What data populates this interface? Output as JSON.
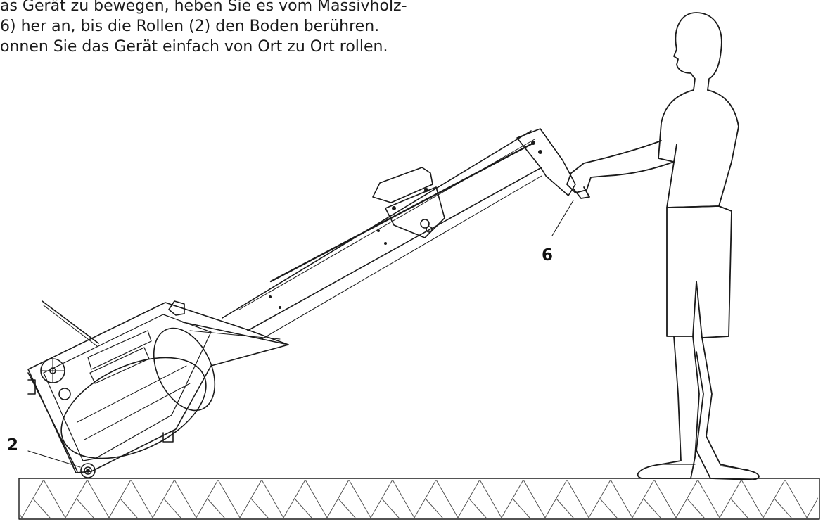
{
  "instructions": {
    "line1": "as Gerät zu bewegen, heben Sie es vom Massivholz-",
    "line2": "6) her an, bis die Rollen (2) den Boden berühren.",
    "line3": "onnen Sie das Gerät einfach von Ort zu Ort rollen."
  },
  "callouts": {
    "rollers": "2",
    "handle": "6"
  },
  "colors": {
    "line": "#1a1a1a",
    "floor_hatch": "#555555",
    "background": "#ffffff"
  }
}
